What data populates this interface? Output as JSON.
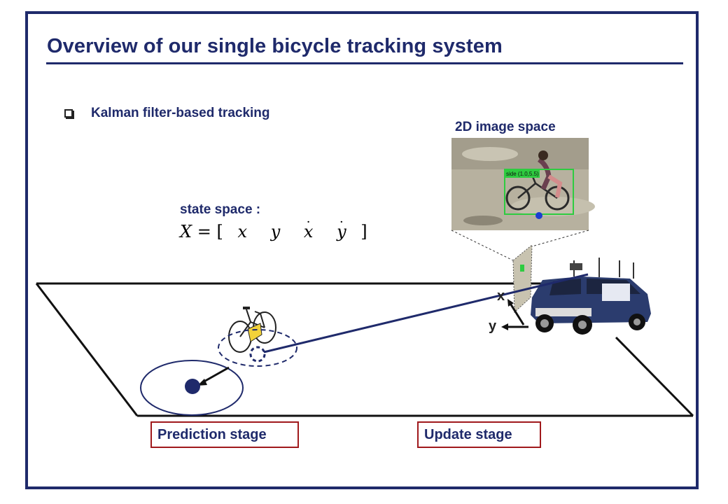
{
  "slide": {
    "title": "Overview of our single bicycle tracking system",
    "bullet": "Kalman filter-based tracking",
    "state_space_label": "state space :",
    "formula": {
      "lhs": "X",
      "equals": "=",
      "open": "[",
      "close": "]",
      "terms": [
        "x",
        "y",
        "x",
        "y"
      ],
      "dotted": [
        false,
        false,
        true,
        true
      ]
    },
    "image_space_label": "2D image space",
    "image_overlay_text": "side (1.0,5.5)",
    "axis_x": "x",
    "axis_y": "y",
    "stages": {
      "prediction": "Prediction stage",
      "update": "Update stage"
    },
    "colors": {
      "navy": "#1f2a6b",
      "stage_border": "#a0191c",
      "detection_box": "#2ecc40"
    }
  }
}
